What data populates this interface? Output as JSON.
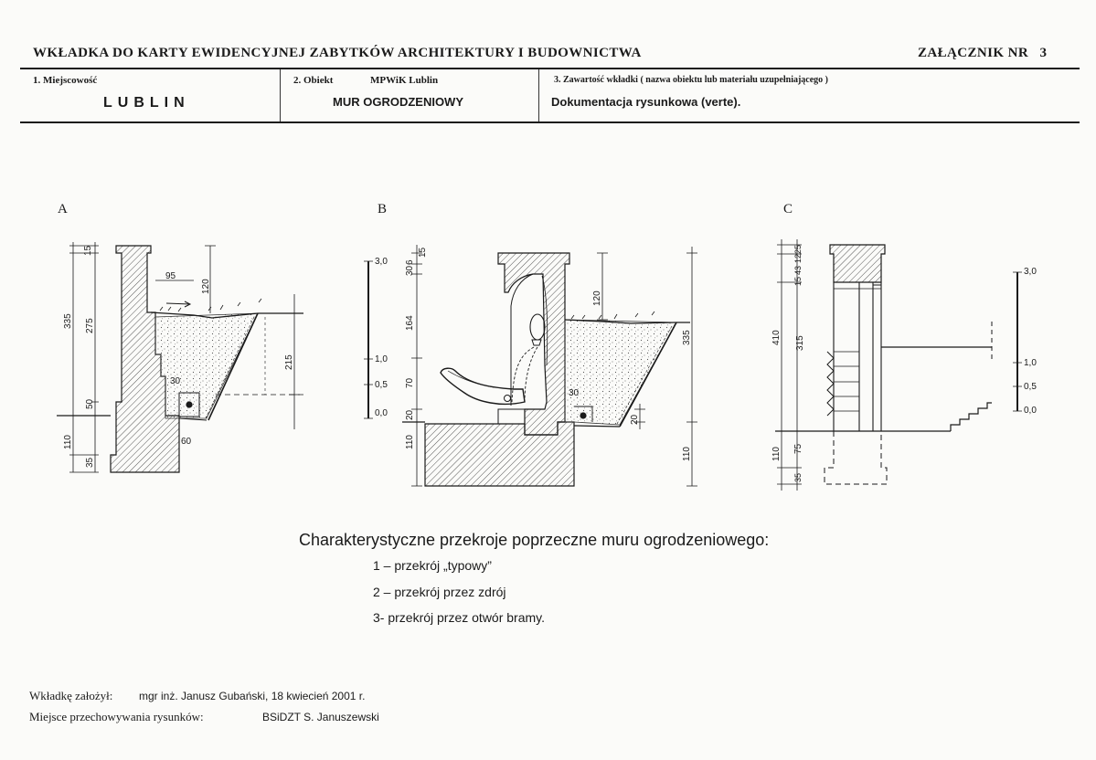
{
  "header": {
    "title": "WKŁADKA DO KARTY EWIDENCYJNEJ ZABYTKÓW ARCHITEKTURY I BUDOWNICTWA",
    "attachment": "ZAŁĄCZNIK NR   3"
  },
  "fields": {
    "locality_label": "1. Miejscowość",
    "locality_value": "LUBLIN",
    "object_label": "2. Obiekt",
    "object_owner": "MPWiK Lublin",
    "object_value": "MUR OGRODZENIOWY",
    "content_label": "3. Zawartość wkładki ( nazwa obiektu lub materiału uzupełniającego )",
    "content_value": "Dokumentacja rysunkowa (verte)."
  },
  "sections": {
    "a": "A",
    "b": "B",
    "c": "C"
  },
  "dimensions": {
    "a": [
      "15",
      "95",
      "120",
      "335",
      "275",
      "215",
      "30",
      "50",
      "110",
      "35",
      "60"
    ],
    "b": [
      "3,0",
      "6",
      "30",
      "15",
      "120",
      "164",
      "335",
      "1,0",
      "0,5",
      "0,0",
      "70",
      "30",
      "20",
      "110",
      "110",
      "20"
    ],
    "c": [
      "410",
      "315",
      "15",
      "43",
      "12",
      "25",
      "3,0",
      "1,0",
      "0,5",
      "0,0",
      "110",
      "75",
      "35"
    ]
  },
  "caption": "Charakterystyczne przekroje poprzeczne muru ogrodzeniowego:",
  "list": [
    "1 – przekrój „typowy”",
    "2 – przekrój przez zdrój",
    "3- przekrój przez otwór bramy."
  ],
  "footer": {
    "founder_label": "Wkładkę założył:",
    "founder_value": "mgr inż. Janusz Gubański, 18 kwiecień 2001 r.",
    "storage_label": "Miejsce przechowywania rysunków:",
    "storage_value": "BSiDZT S. Januszewski"
  }
}
